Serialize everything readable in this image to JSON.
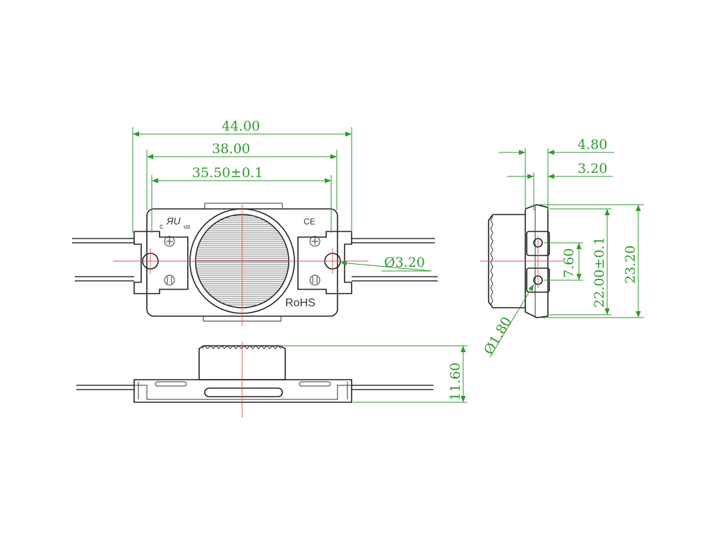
{
  "dimensions": {
    "width_overall": "44.00",
    "width_holes": "38.00",
    "width_body": "35.50±0.1",
    "hole_dia_front": "Ø3.20",
    "height_side": "11.60",
    "side_depth_a": "4.80",
    "side_depth_b": "3.20",
    "side_hole_pitch": "7.60",
    "side_height_inner": "22.00±0.1",
    "side_height_outer": "23.20",
    "side_hole_dia": "Ø1.80"
  },
  "markings": {
    "rohs": "RoHS",
    "ul_c": "c",
    "ul_us": "us",
    "ce": "CE"
  },
  "colors": {
    "dimension_line": "#2e9a2e",
    "center_line": "#d9534f",
    "outline": "#222222"
  }
}
